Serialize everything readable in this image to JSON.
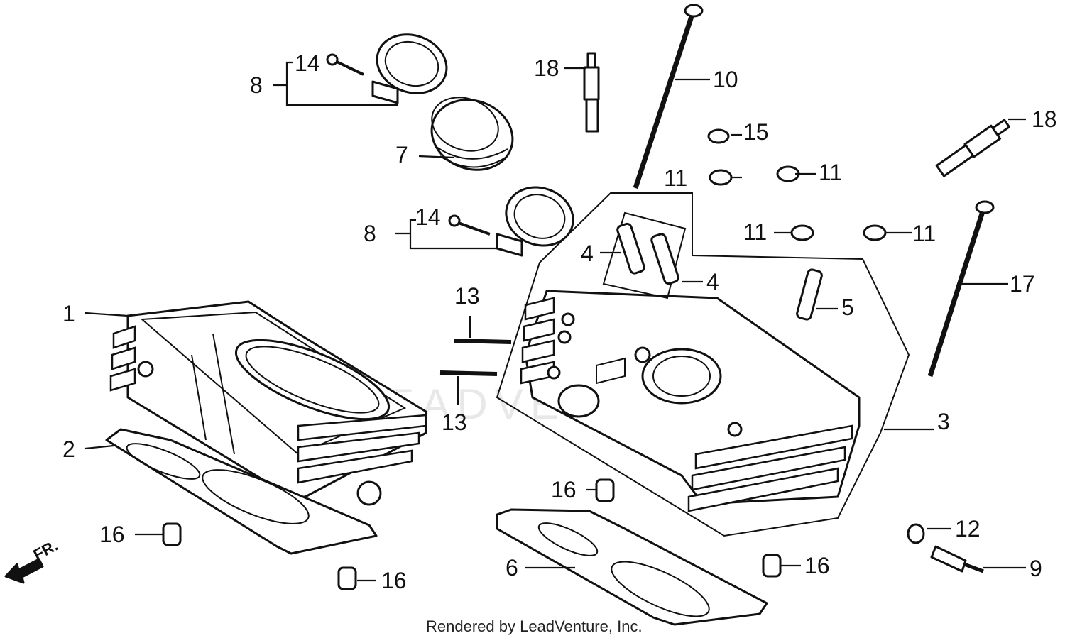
{
  "diagram": {
    "credit": "Rendered by LeadVenture, Inc.",
    "front_marker": "FR.",
    "callouts": [
      "1",
      "2",
      "3",
      "4",
      "4",
      "5",
      "6",
      "7",
      "8",
      "8",
      "9",
      "10",
      "11",
      "11",
      "11",
      "11",
      "12",
      "13",
      "13",
      "14",
      "14",
      "15",
      "16",
      "16",
      "16",
      "16",
      "17",
      "18",
      "18"
    ]
  }
}
